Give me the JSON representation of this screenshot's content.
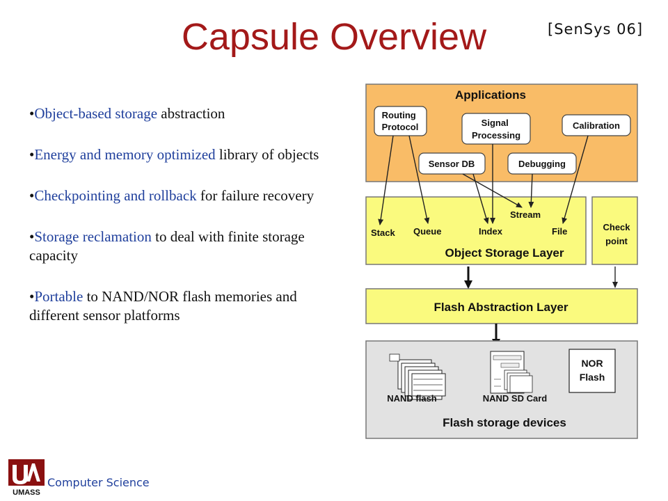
{
  "slide": {
    "title": "Capsule Overview",
    "reference": "[SenSys 06]",
    "footer": "Computer Science",
    "logo_text": "UMASS"
  },
  "bullets": [
    {
      "highlight": "Object-based storage",
      "rest": " abstraction"
    },
    {
      "highlight": "Energy and memory optimized",
      "rest": " library of objects"
    },
    {
      "highlight": "Checkpointing and rollback",
      "rest": " for failure recovery"
    },
    {
      "highlight": "Storage reclamation",
      "rest": " to deal with finite storage capacity"
    },
    {
      "highlight": "Portable",
      "rest": " to NAND/NOR flash memories and different sensor platforms"
    }
  ],
  "diagram": {
    "applications": {
      "title": "Applications",
      "apps": [
        "Routing Protocol",
        "Signal Processing",
        "Calibration",
        "Sensor DB",
        "Debugging"
      ]
    },
    "object_storage": {
      "title": "Object Storage Layer",
      "objects": [
        "Stack",
        "Queue",
        "Index",
        "Stream",
        "File"
      ]
    },
    "checkpoint": {
      "line1": "Check",
      "line2": "point"
    },
    "flash_abstraction": {
      "title": "Flash Abstraction Layer"
    },
    "flash_devices": {
      "title": "Flash storage devices",
      "nand_flash": "NAND flash",
      "nand_sd": "NAND SD Card",
      "nor_line1": "NOR",
      "nor_line2": "Flash"
    },
    "colors": {
      "applications_fill": "#f9bc67",
      "storage_fill": "#fafa7e",
      "devices_fill": "#e2e2e2",
      "title_red": "#a31919",
      "highlight_blue": "#1f3f9c"
    }
  }
}
